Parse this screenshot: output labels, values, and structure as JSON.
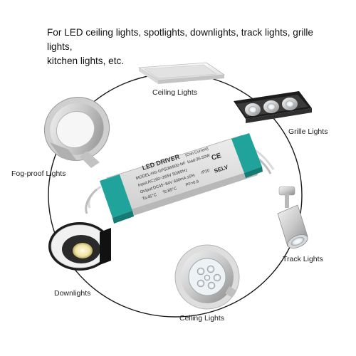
{
  "header": {
    "line1": "For LED ceiling lights, spotlights, downlights, track lights, grille lights,",
    "line2": "kitchen lights, etc."
  },
  "labels": {
    "ceiling_top": "Ceiling Lights",
    "grille": "Grille Lights",
    "fog_proof": "Fog-proof Lights",
    "track": "Track Lights",
    "downlights": "Downlights",
    "ceiling_bottom": "Ceiling Lights"
  },
  "driver": {
    "title": "LED DRIVER",
    "subtitle": "(Con.Current)",
    "model": "MODEL:HG-GPS0W600-NF",
    "load": "load:36-50W",
    "input": "Input:AC160~265V 50/60Hz",
    "output": "Output:DC45~84V 600mA ±5%",
    "ta": "Ta:45°C",
    "tc": "Tc:85°C",
    "pf": "PF>0.9",
    "ip": "IP20",
    "selv": "SELV",
    "ce": "CE"
  }
}
